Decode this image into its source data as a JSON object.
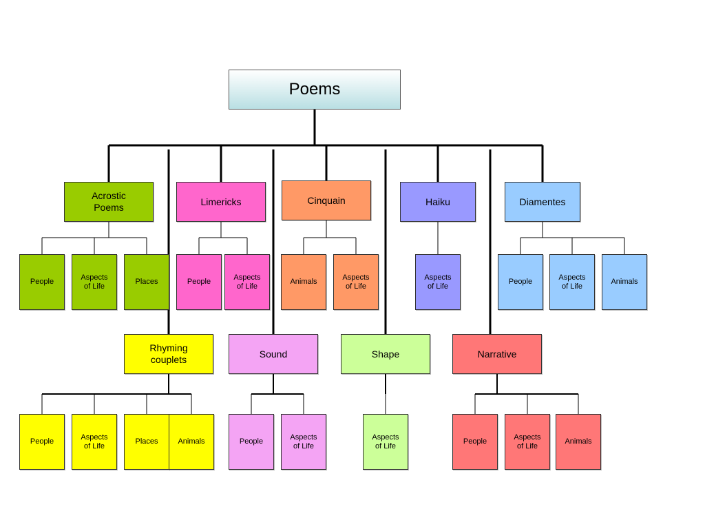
{
  "diagram": {
    "root": {
      "label": "Poems"
    },
    "categories": [
      {
        "label": "Acrostic\nPoems",
        "color": "#99cc00",
        "children": [
          "People",
          "Aspects\nof Life",
          "Places"
        ]
      },
      {
        "label": "Limericks",
        "color": "#ff66cc",
        "children": [
          "People",
          "Aspects\nof Life"
        ]
      },
      {
        "label": "Cinquain",
        "color": "#ff9966",
        "children": [
          "Animals",
          "Aspects\nof Life"
        ]
      },
      {
        "label": "Haiku",
        "color": "#9999ff",
        "children": [
          "Aspects\nof Life"
        ]
      },
      {
        "label": "Diamentes",
        "color": "#99ccff",
        "children": [
          "People",
          "Aspects\nof Life",
          "Animals"
        ]
      },
      {
        "label": "Rhyming\ncouplets",
        "color": "#ffff00",
        "children": [
          "People",
          "Aspects\nof Life",
          "Places",
          "Animals"
        ]
      },
      {
        "label": "Sound",
        "color": "#f4a4f4",
        "children": [
          "People",
          "Aspects\nof Life"
        ]
      },
      {
        "label": "Shape",
        "color": "#ccff99",
        "children": [
          "Aspects\nof Life"
        ]
      },
      {
        "label": "Narrative",
        "color": "#ff7777",
        "children": [
          "People",
          "Aspects\nof Life",
          "Animals"
        ]
      }
    ]
  }
}
